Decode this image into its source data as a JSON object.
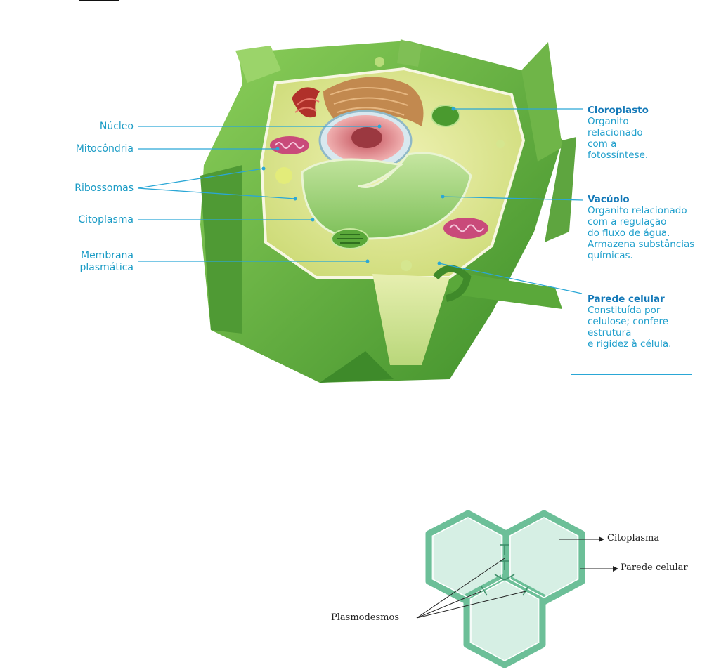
{
  "plant_cell": {
    "left_labels": {
      "nucleus": "Núcleo",
      "mitochondria": "Mitocôndria",
      "ribosomes": "Ribossomas",
      "cytoplasm": "Citoplasma",
      "membrane_line1": "Membrana",
      "membrane_line2": "plasmática"
    },
    "right_descriptions": {
      "chloroplast": {
        "title": "Cloroplasto",
        "lines": [
          "Organito",
          "relacionado",
          "com a",
          "fotossíntese."
        ]
      },
      "vacuole": {
        "title": "Vacúolo",
        "lines": [
          "Organito relacionado",
          "com a regulação",
          "do fluxo de água.",
          "Armazena substâncias",
          "químicas."
        ]
      },
      "cell_wall": {
        "title": "Parede celular",
        "lines": [
          "Constituída por",
          "celulose; confere",
          "estrutura",
          "e rigidez à célula."
        ]
      }
    },
    "colors": {
      "label_blue": "#1a9bc5",
      "wall_green": "#5aa83a",
      "cytoplasm_yellow": "#e6ea9a"
    }
  },
  "plasmodesmata_diagram": {
    "labels": {
      "cytoplasm": "Citoplasma",
      "cell_wall": "Parede celular",
      "plasmodesmata": "Plasmodesmos"
    },
    "colors": {
      "hex_fill": "#d6efe4",
      "hex_stroke": "#6cbf98"
    }
  }
}
